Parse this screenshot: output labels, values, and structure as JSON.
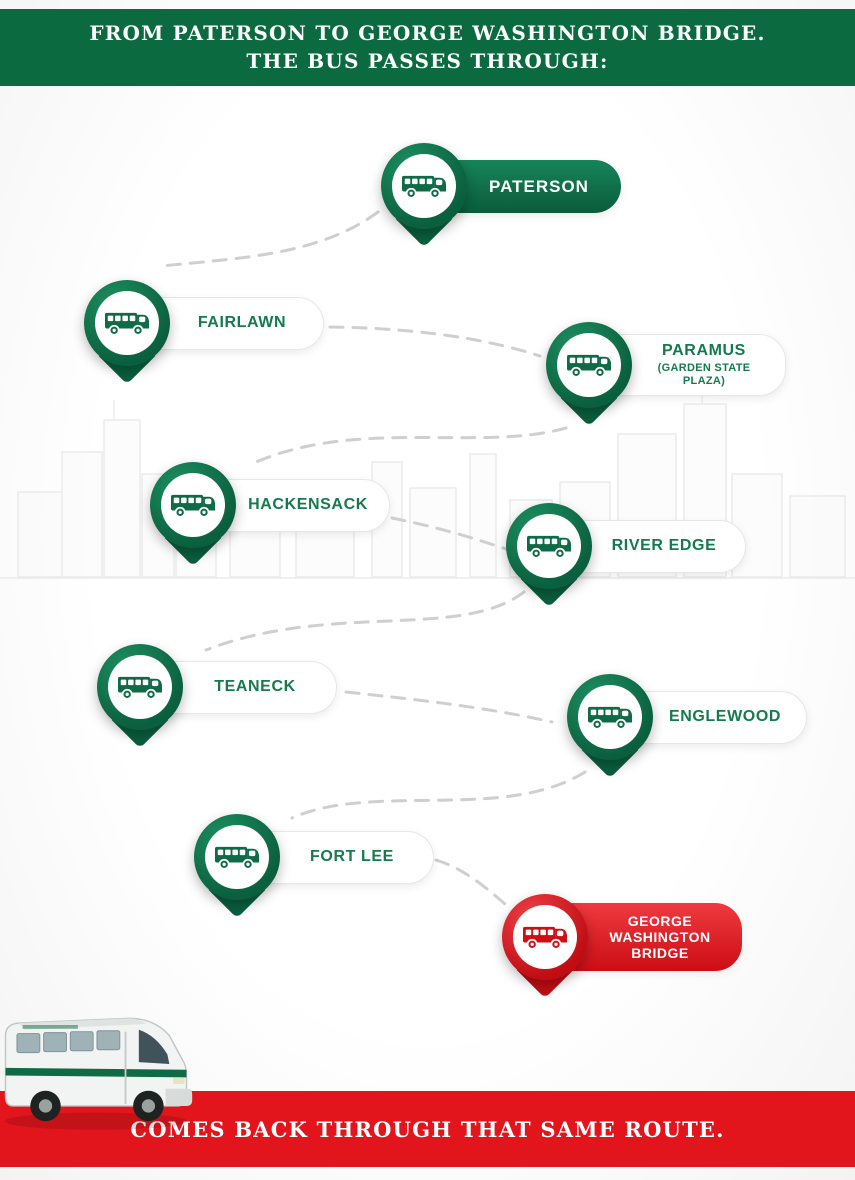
{
  "header": {
    "line1": "FROM PATERSON TO GEORGE WASHINGTON BRIDGE.",
    "line2": "THE BUS PASSES THROUGH:"
  },
  "footer": {
    "text": "COMES BACK THROUGH THAT SAME ROUTE."
  },
  "stations": [
    {
      "name": "paterson",
      "label": "PATERSON",
      "variant": "green"
    },
    {
      "name": "fairlawn",
      "label": "FAIRLAWN",
      "variant": "white"
    },
    {
      "name": "paramus",
      "label": "PARAMUS",
      "sublabel": "(GARDEN STATE PLAZA)",
      "variant": "white"
    },
    {
      "name": "hackensack",
      "label": "HACKENSACK",
      "variant": "white"
    },
    {
      "name": "river-edge",
      "label": "RIVER EDGE",
      "variant": "white"
    },
    {
      "name": "teaneck",
      "label": "TEANECK",
      "variant": "white"
    },
    {
      "name": "englewood",
      "label": "ENGLEWOOD",
      "variant": "white"
    },
    {
      "name": "fort-lee",
      "label": "FORT LEE",
      "variant": "white"
    },
    {
      "name": "george-washington-bridge",
      "label": "GEORGE WASHINGTON BRIDGE",
      "variant": "red"
    }
  ],
  "colors": {
    "header_green": "#0c6a41",
    "pin_green": "#0e6b45",
    "label_green": "#157a4e",
    "footer_red": "#e3151c",
    "gwb_red": "#cc0d14",
    "dash_gray": "#cfcfcf"
  },
  "icons": {
    "station_marker": "bus-icon",
    "bottom_illustration": "shuttle-bus-illustration"
  }
}
